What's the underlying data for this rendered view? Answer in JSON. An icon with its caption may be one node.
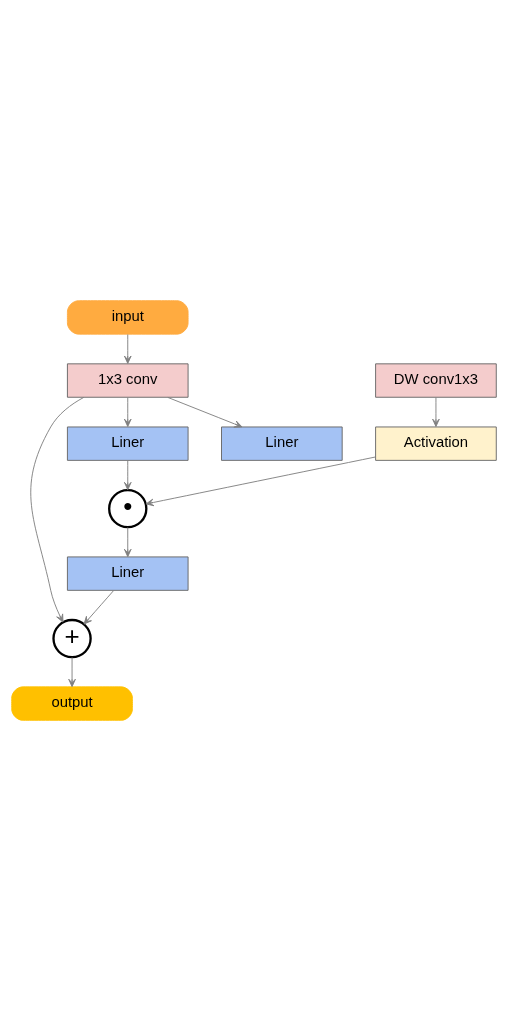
{
  "diagram": {
    "nodes": [
      {
        "text": [
          "input"
        ]
      },
      {
        "text": [
          "1x3 conv"
        ]
      },
      {
        "text": [
          "Liner"
        ]
      },
      {
        "text": [
          "Liner"
        ]
      },
      {
        "text": [
          "DW conv1x3"
        ]
      },
      {
        "text": [
          "Activation"
        ]
      },
      {
        "text": [
          "•"
        ]
      },
      {
        "text": [
          "Liner"
        ]
      },
      {
        "text": [
          "+"
        ]
      },
      {
        "text": [
          "output"
        ]
      }
    ],
    "edges": [
      {
        "from": 0,
        "to": 1,
        "arrow": "to"
      },
      {
        "from": 1,
        "to": 2,
        "arrow": "to"
      },
      {
        "from": 1,
        "to": 3,
        "arrow": "to"
      },
      {
        "from": 1,
        "to": 8,
        "arrow": "to"
      },
      {
        "from": 4,
        "to": 5,
        "arrow": "to"
      },
      {
        "from": 5,
        "to": 6,
        "arrow": "to"
      },
      {
        "from": 3,
        "to": 6,
        "arrow": "to"
      },
      {
        "from": 6,
        "to": 7,
        "arrow": "to"
      },
      {
        "from": 7,
        "to": 8,
        "arrow": "to"
      },
      {
        "from": 8,
        "to": 9,
        "arrow": "to"
      }
    ]
  }
}
